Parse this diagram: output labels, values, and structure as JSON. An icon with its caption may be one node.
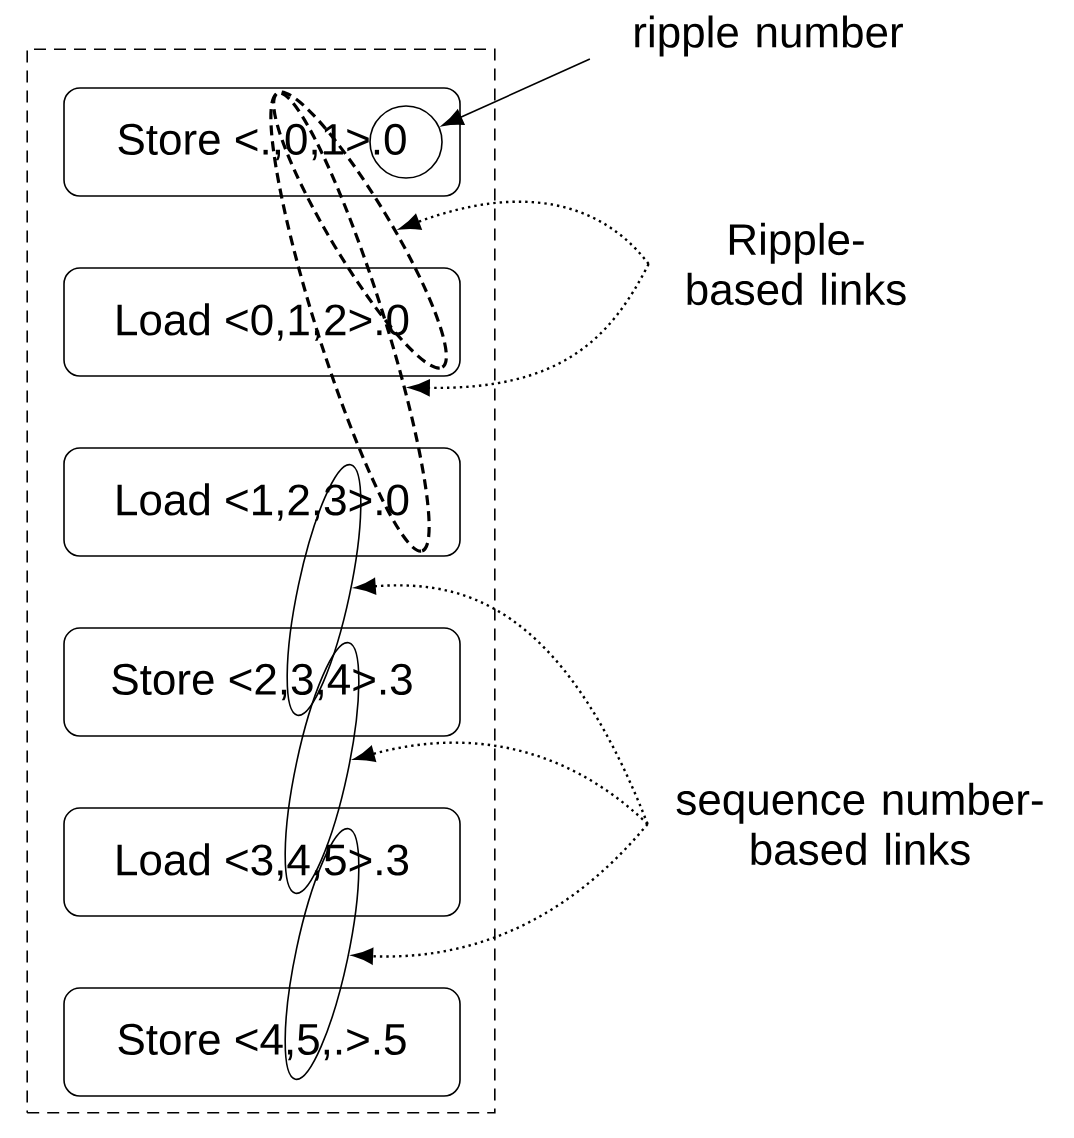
{
  "diagram": {
    "nodes": [
      {
        "text": [],
        "shape": "box"
      },
      {
        "text": [
          "Store <.,0,1>.0"
        ],
        "in": 0
      },
      {
        "text": [
          "Load <0,1,2>.0"
        ],
        "in": 0
      },
      {
        "text": [
          "Load <1,2,3>.0"
        ],
        "in": 0
      },
      {
        "text": [
          "Store <2,3,4>.3"
        ],
        "in": 0
      },
      {
        "text": [
          "Load <3,4,5>.3"
        ],
        "in": 0
      },
      {
        "text": [
          "Store <4,5,.>.5"
        ],
        "in": 0
      },
      {
        "text": [
          "ripple number"
        ]
      },
      {
        "text": [],
        "shape": "circle",
        "in": 1
      },
      {
        "text": [
          "Ripple-based links"
        ]
      },
      {
        "text": [
          "sequence number-based links"
        ]
      },
      {
        "text": [],
        "shape": "ellipse",
        "in": 0
      },
      {
        "text": [],
        "shape": "ellipse",
        "in": 0
      },
      {
        "text": [],
        "shape": "ellipse",
        "in": 0
      },
      {
        "text": [],
        "shape": "ellipse",
        "in": 0
      },
      {
        "text": [],
        "shape": "ellipse",
        "in": 0
      }
    ],
    "edges": [
      {
        "from": 7,
        "to": 8,
        "arrow": "to"
      },
      {
        "from": 9,
        "to": 11,
        "arrow": "to",
        "style": "dashed"
      },
      {
        "from": 9,
        "to": 12,
        "arrow": "to",
        "style": "dashed"
      },
      {
        "from": 10,
        "to": 13,
        "arrow": "to",
        "style": "dashed"
      },
      {
        "from": 10,
        "to": 14,
        "arrow": "to",
        "style": "dashed"
      },
      {
        "from": 10,
        "to": 15,
        "arrow": "to",
        "style": "dashed"
      }
    ]
  }
}
